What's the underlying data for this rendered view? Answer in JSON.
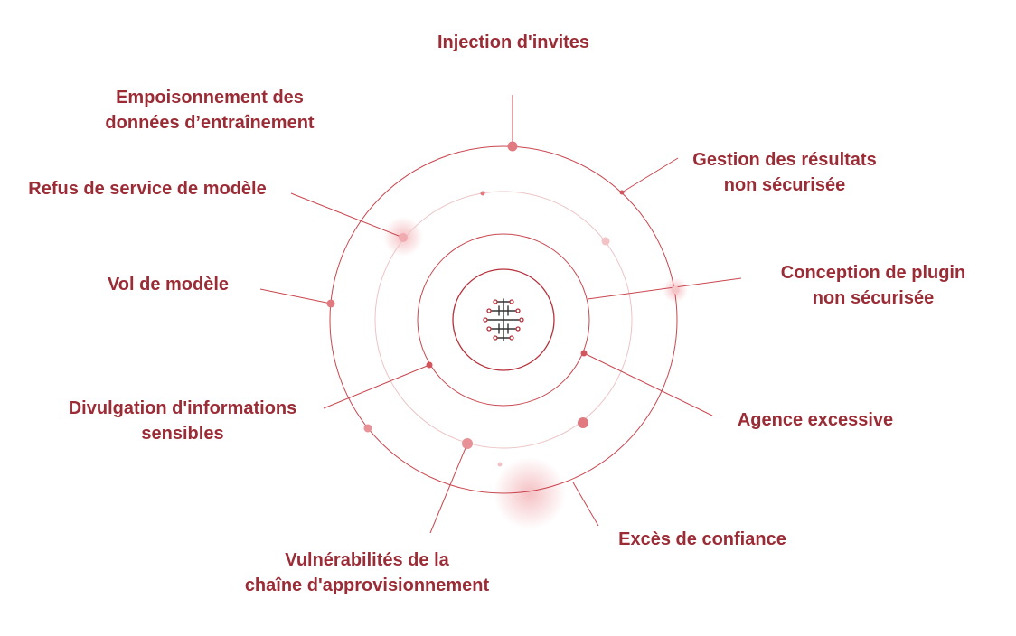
{
  "colors": {
    "accent": "#9b2c36",
    "ring": "#c9464f",
    "ring_light": "#e8b9bc",
    "dot": "#e07a80",
    "background": "#ffffff"
  },
  "center_icon": "circuit-chip-icon",
  "labels": {
    "prompt_injection": [
      "Injection d'invites"
    ],
    "training_data_poisoning": [
      "Empoisonnement des",
      "données d’entraînement"
    ],
    "insecure_output_handling": [
      "Gestion des résultats",
      "non sécurisée"
    ],
    "model_dos": [
      "Refus de service de modèle"
    ],
    "insecure_plugin_design": [
      "Conception de plugin",
      "non sécurisée"
    ],
    "model_theft": [
      "Vol de modèle"
    ],
    "excessive_agency": [
      "Agence excessive"
    ],
    "sensitive_info_disclosure": [
      "Divulgation d'informations",
      "sensibles"
    ],
    "overreliance": [
      "Excès de confiance"
    ],
    "supply_chain": [
      "Vulnérabilités de la",
      "chaîne d'approvisionnement"
    ]
  }
}
